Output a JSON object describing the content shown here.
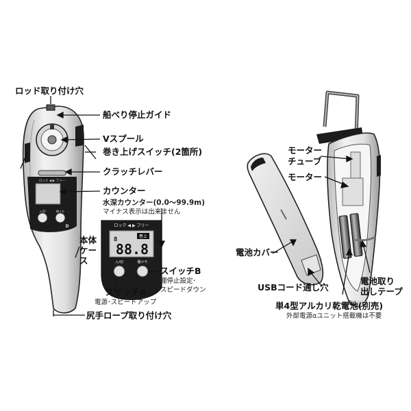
{
  "labels": {
    "rod_mount_hole": "ロッド取り付け穴",
    "boat_stop_guide": "船べり停止ガイド",
    "v_spool": "Vスプール",
    "winding_switch": "巻き上げスイッチ(2箇所)",
    "clutch_lever": "クラッチレバー",
    "counter": "カウンター",
    "depth_counter": "水深カウンター(0.0〜99.9m)",
    "depth_counter_note": "マイナス表示は出来ません",
    "body_case": "本体ケース",
    "switch_a": "スイッチA",
    "switch_a_desc": "電源･スピードアップ",
    "switch_b": "スイッチB",
    "switch_b_desc_1": "棚停止設定･",
    "switch_b_desc_2": "スピードダウン",
    "butt_rope_hole": "尻手ロープ取り付け穴",
    "motor_tube_1": "モーター",
    "motor_tube_2": "チューブ",
    "motor": "モーター",
    "battery_cover": "電池カバー",
    "usb_cord_hole": "USBコード通し穴",
    "battery_tape_1": "電池取り",
    "battery_tape_2": "出しテープ",
    "aa_battery": "単4型アルカリ乾電池(別売)",
    "aa_battery_note": "外部電源αユニット搭載機は不要"
  },
  "device_text": {
    "mode_bar": "ロック ◀ ▶ フリー",
    "lcd_digits": "88.8",
    "lcd_small": "8",
    "lcd_tag": "巻上",
    "btn_a_label": "入/切",
    "btn_b_label": "棚メモ"
  },
  "colors": {
    "body_fill": "#e6e6e6",
    "body_dark": "#1c1c1c",
    "lcd_fill": "#d4d4d4",
    "accent_black": "#111111"
  }
}
